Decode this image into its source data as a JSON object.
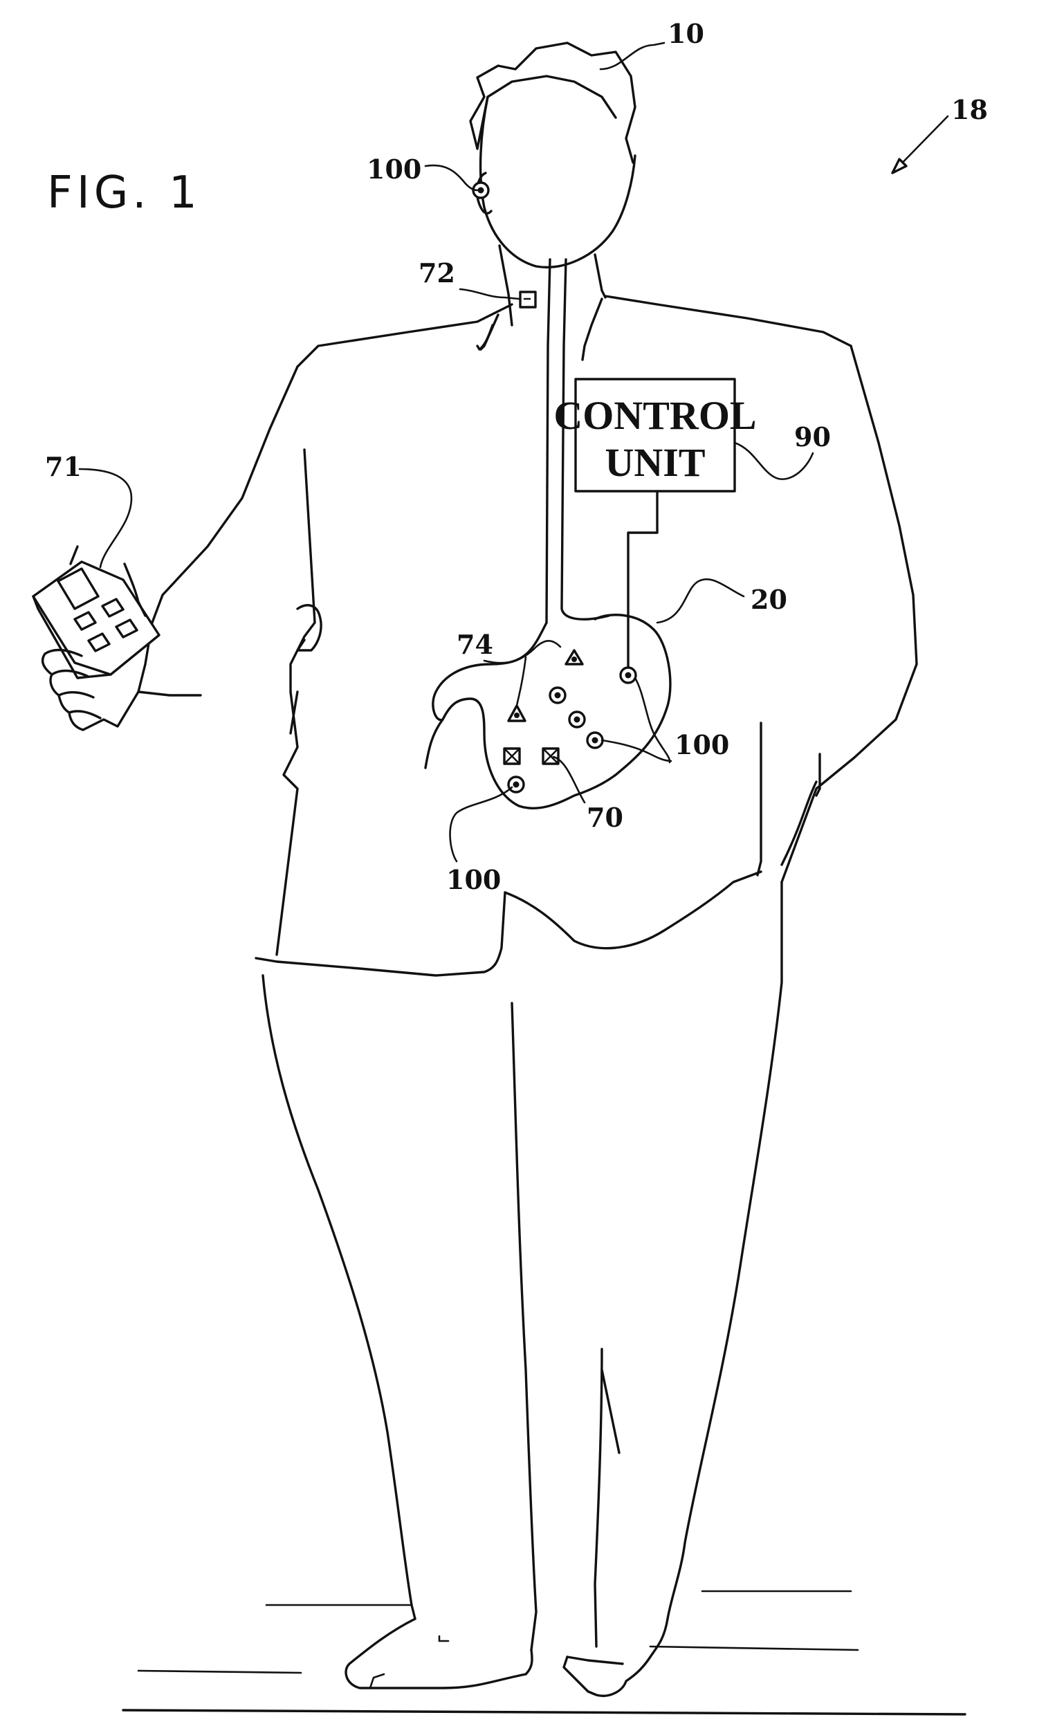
{
  "figure": {
    "title": "FIG. 1",
    "control_unit": {
      "line1": "CONTROL",
      "line2": "UNIT"
    },
    "reference_numerals": {
      "patient": "10",
      "system": "18",
      "stomach": "20",
      "sensor_ear": "100",
      "sensor_stomach_right": "100",
      "sensor_stomach_lower": "100",
      "neck_sensor": "72",
      "handheld": "71",
      "stomach_sensor_triangle": "74",
      "stomach_electrodes": "70",
      "control_unit": "90"
    }
  }
}
